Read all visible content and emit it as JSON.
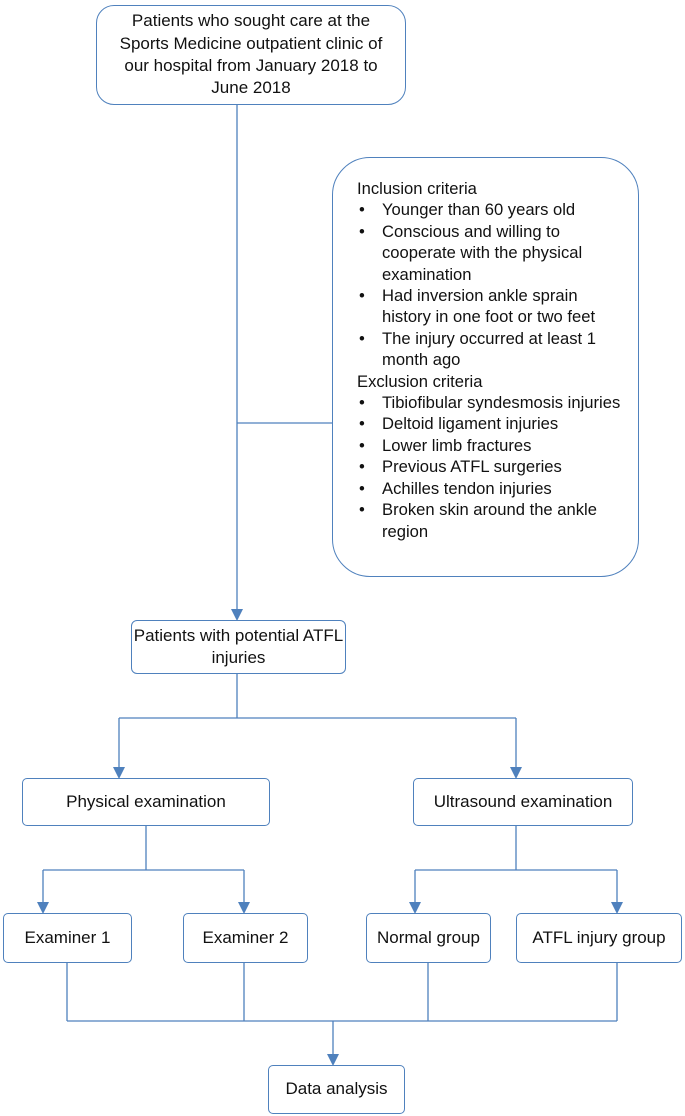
{
  "start": {
    "text": "Patients who sought care at the Sports Medicine outpatient clinic of our hospital from January 2018 to June 2018"
  },
  "criteria": {
    "inclusion_title": "Inclusion criteria",
    "inclusion": [
      "Younger than 60 years old",
      "Conscious and willing to cooperate with the physical examination",
      "Had inversion ankle sprain history in one foot or two feet",
      "The injury occurred at least 1 month ago"
    ],
    "exclusion_title": "Exclusion criteria",
    "exclusion": [
      "Tibiofibular syndesmosis injuries",
      "Deltoid ligament injuries",
      "Lower limb fractures",
      "Previous ATFL surgeries",
      "Achilles tendon injuries",
      "Broken skin around the ankle region"
    ]
  },
  "potential": {
    "text": "Patients with potential ATFL injuries"
  },
  "physical": {
    "text": "Physical examination"
  },
  "ultrasound": {
    "text": "Ultrasound examination"
  },
  "examiner1": {
    "text": "Examiner 1"
  },
  "examiner2": {
    "text": "Examiner 2"
  },
  "normal": {
    "text": "Normal group"
  },
  "atfl_group": {
    "text": "ATFL injury group"
  },
  "data_analysis": {
    "text": "Data analysis"
  },
  "colors": {
    "border": "#4f81bd",
    "connector": "#4f81bd",
    "text": "#111111"
  }
}
